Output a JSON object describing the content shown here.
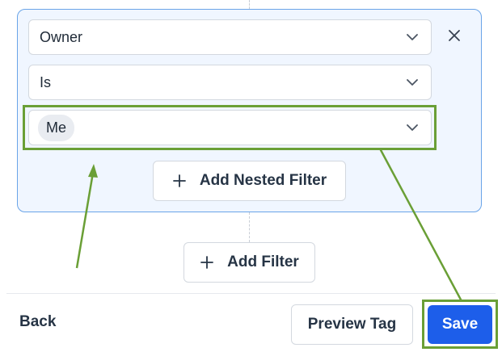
{
  "filter": {
    "field_value": "Owner",
    "operator_value": "Is",
    "value_chip": "Me"
  },
  "buttons": {
    "add_nested_filter": "Add Nested Filter",
    "add_filter": "Add Filter",
    "back": "Back",
    "preview_tag": "Preview Tag",
    "save": "Save"
  },
  "icons": {
    "dropdown": "chevron-down-icon",
    "remove": "close-icon",
    "add": "plus-icon"
  },
  "colors": {
    "accent": "#1d5eea",
    "group_background": "#f0f6ff",
    "group_border": "#6aa4e8",
    "annotation": "#6a9f36"
  }
}
